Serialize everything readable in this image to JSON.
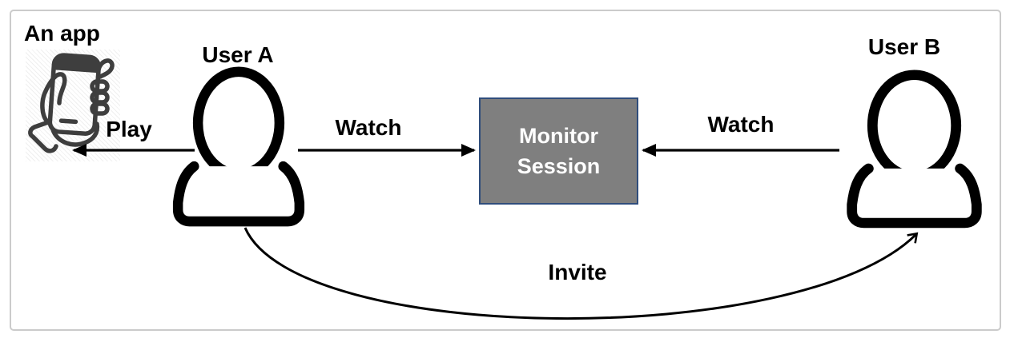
{
  "diagram": {
    "title": "An app",
    "nodes": {
      "app": {
        "label": "An app",
        "icon": "hand-holding-phone-icon"
      },
      "user_a": {
        "label": "User A",
        "icon": "person-icon"
      },
      "user_b": {
        "label": "User B",
        "icon": "person-icon"
      },
      "monitor_session": {
        "label": "Monitor Session",
        "fill_color": "#7f7f7f",
        "border_color": "#2f4d7c",
        "text_color": "#ffffff"
      }
    },
    "edges": [
      {
        "label": "Play",
        "from": "user_a",
        "to": "app",
        "style": "straight",
        "arrowhead": "solid-triangle",
        "direction": "left"
      },
      {
        "label": "Watch",
        "from": "user_a",
        "to": "monitor_session",
        "style": "straight",
        "arrowhead": "solid-triangle",
        "direction": "right"
      },
      {
        "label": "Watch",
        "from": "user_b",
        "to": "monitor_session",
        "style": "straight",
        "arrowhead": "solid-triangle",
        "direction": "left"
      },
      {
        "label": "Invite",
        "from": "user_a",
        "to": "user_b",
        "style": "curved",
        "arrowhead": "open-vee",
        "direction": "right"
      }
    ],
    "colors": {
      "arrow": "#000000",
      "person_icon_stroke": "#000000",
      "phone_icon_stroke": "#3e3e3e",
      "frame_border": "#cbcbcb",
      "background": "#ffffff"
    }
  }
}
